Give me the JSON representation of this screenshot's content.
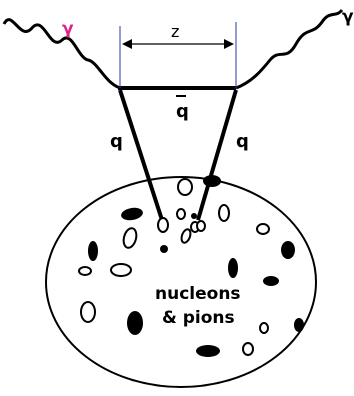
{
  "labels": {
    "photon_left": "γ",
    "photon_right": "γ",
    "separation": "z",
    "antiquark": "q",
    "quark_left": "q",
    "quark_right": "q",
    "nucleus_line1": "nucleons",
    "nucleus_line2": "& pions"
  },
  "colors": {
    "photon_left": "#e0208a",
    "ink": "#000000",
    "dimension_lines": "#2a3aa8"
  }
}
